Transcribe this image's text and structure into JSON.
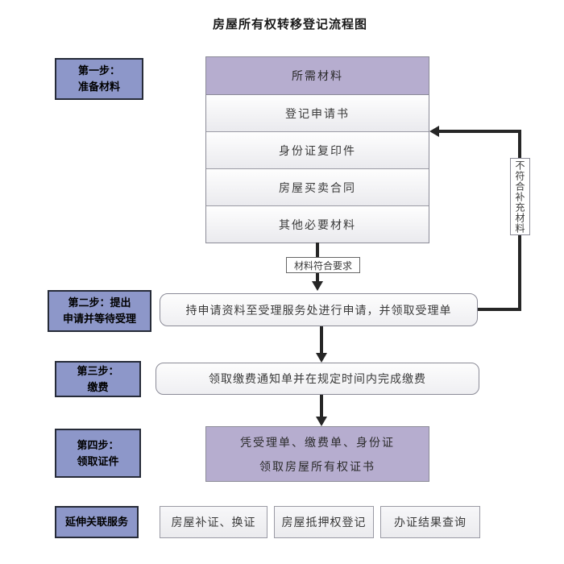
{
  "title": "房屋所有权转移登记流程图",
  "colors": {
    "step_box_fill": "#8d97c9",
    "step_box_border": "#262b38",
    "lavender_fill": "#b6adcf",
    "arrow_line": "#262626"
  },
  "sidebar_steps": [
    {
      "line1": "第一步：",
      "line2": "准备材料"
    },
    {
      "line1": "第二步：提出",
      "line2": "申请并等待受理"
    },
    {
      "line1": "第三步：",
      "line2": "缴费"
    },
    {
      "line1": "第四步：",
      "line2": "领取证件"
    }
  ],
  "materials": {
    "header": "所需材料",
    "items": [
      "登记申请书",
      "身份证复印件",
      "房屋买卖合同",
      "其他必要材料"
    ]
  },
  "labels": {
    "materials_ok": "材料符合要求",
    "materials_not_ok": "不符合补充材料"
  },
  "process": {
    "step2": "持申请资料至受理服务处进行申请，并领取受理单",
    "step3": "领取缴费通知单并在规定时间内完成缴费",
    "step4_line1": "凭受理单、缴费单、身份证",
    "step4_line2": "领取房屋所有权证书"
  },
  "services": {
    "label": "延伸关联服务",
    "items": [
      "房屋补证、换证",
      "房屋抵押权登记",
      "办证结果查询"
    ]
  }
}
